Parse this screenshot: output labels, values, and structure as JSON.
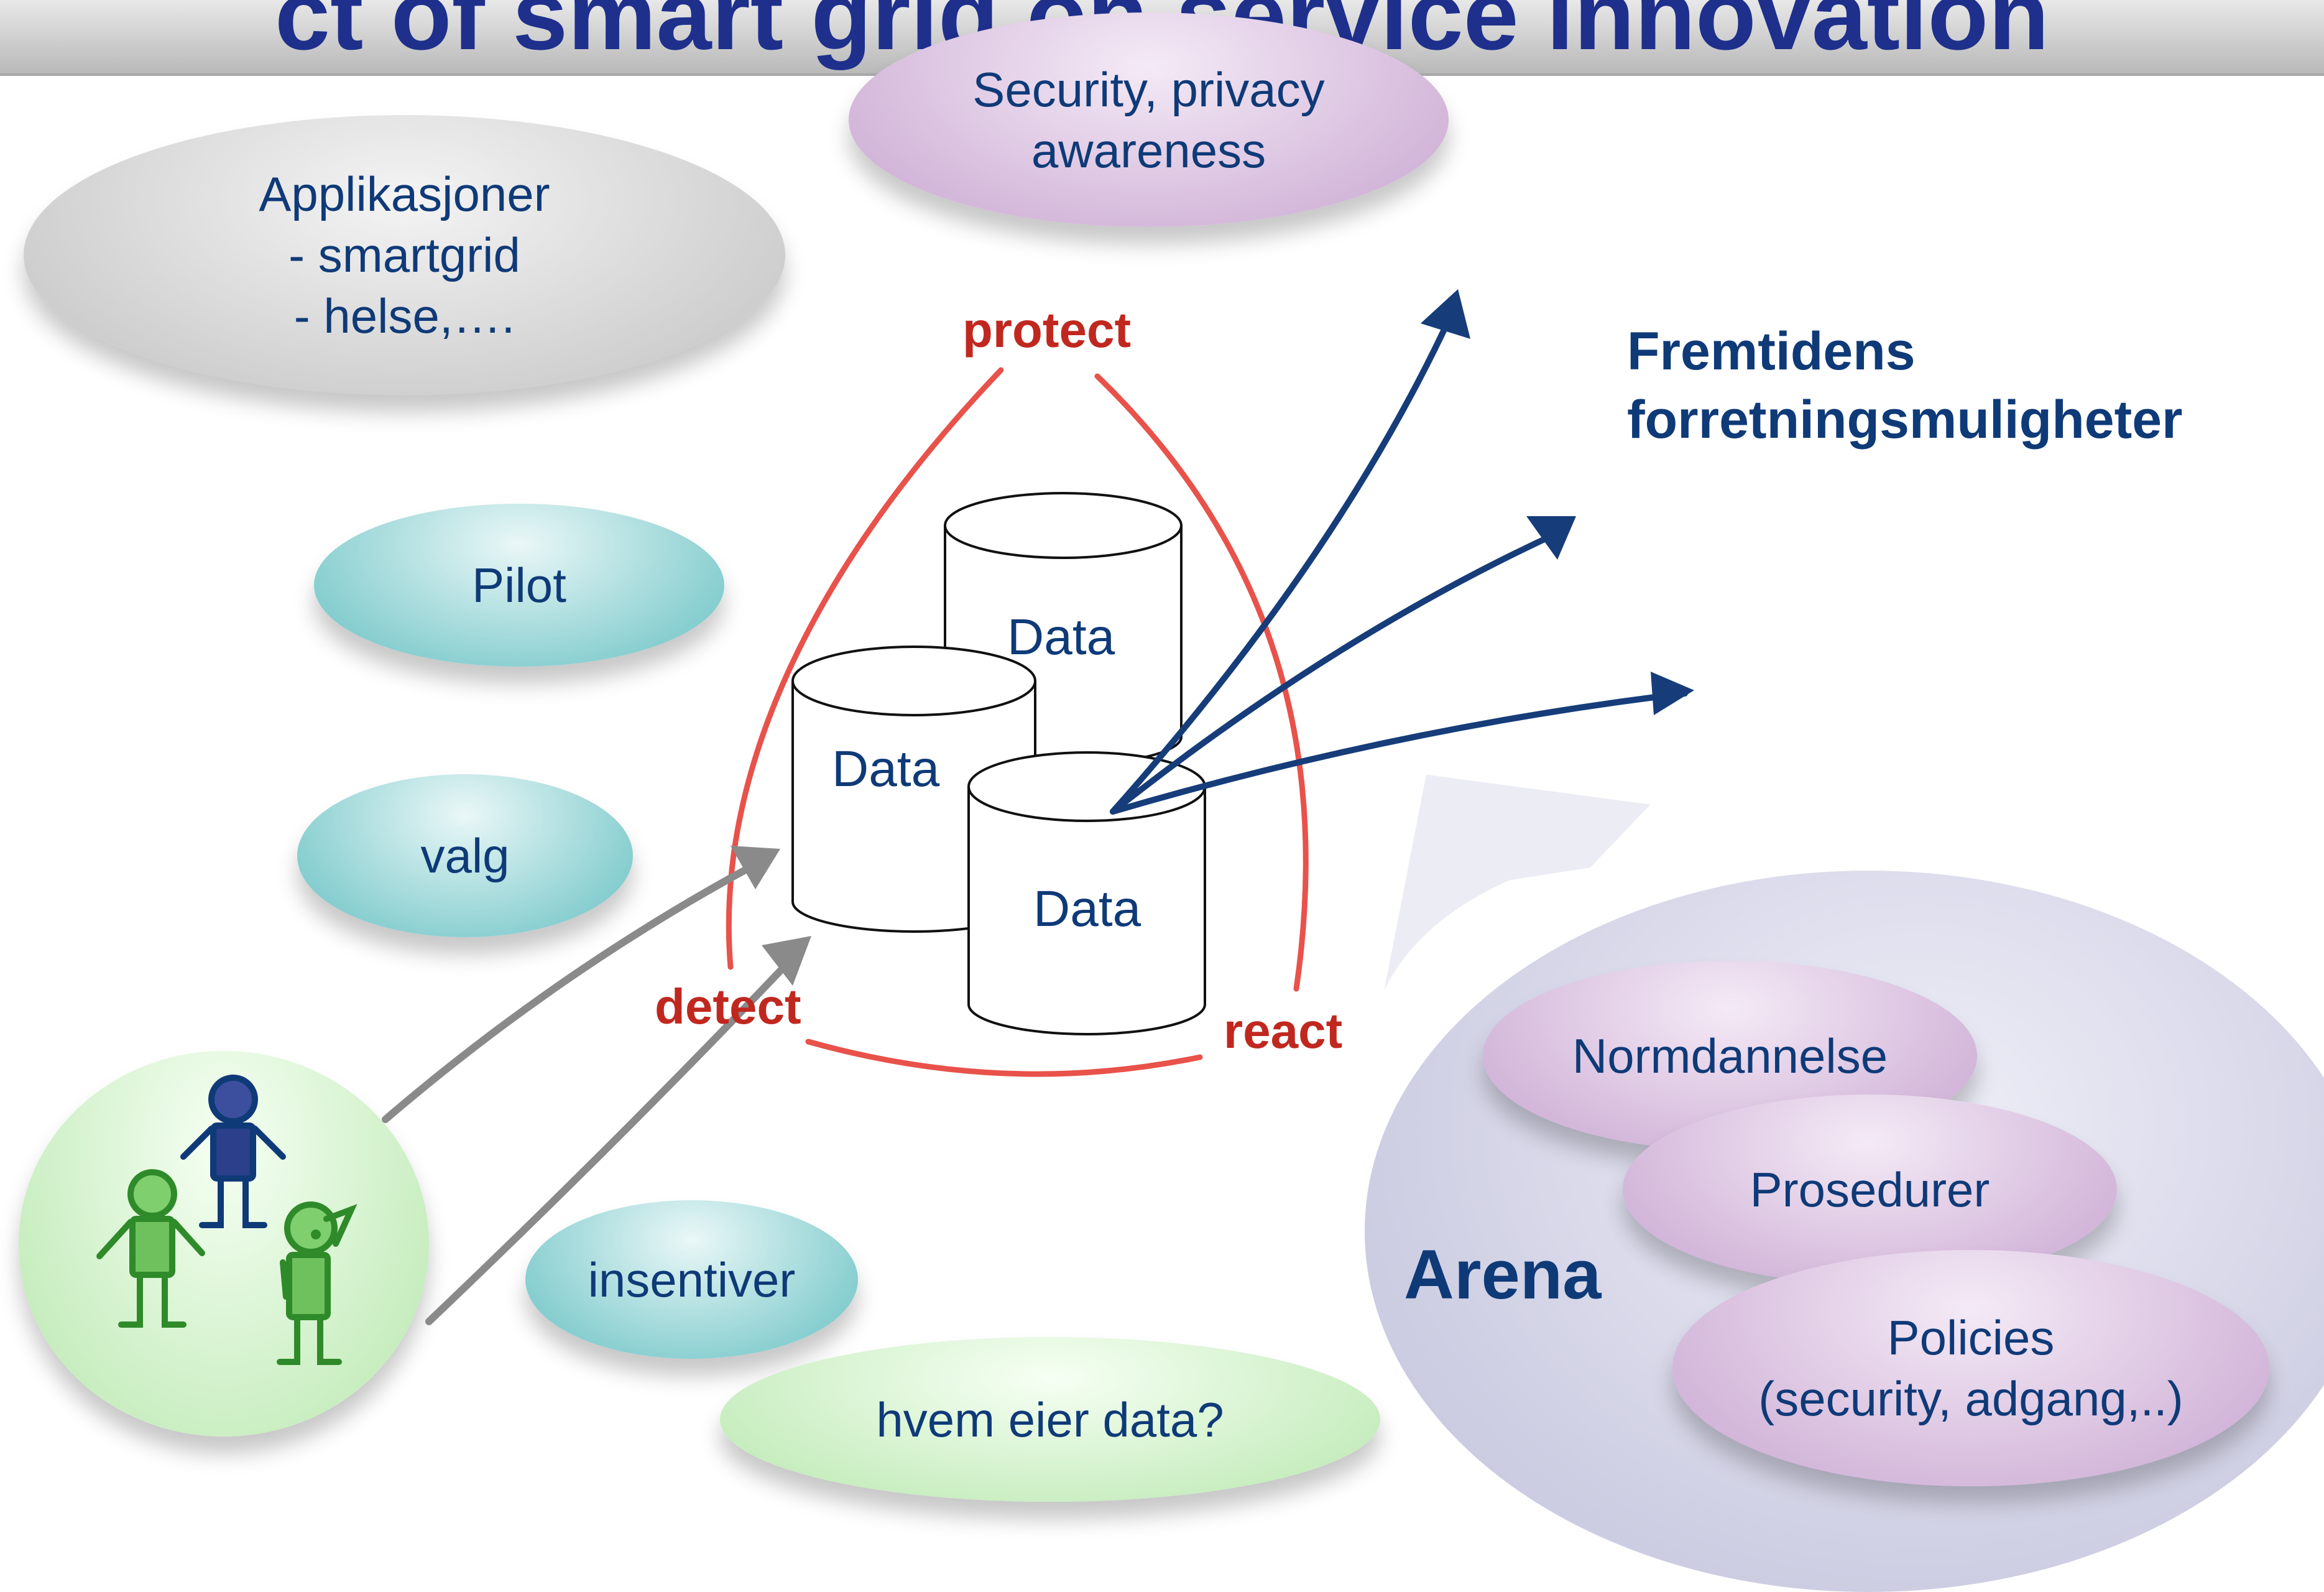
{
  "title": "ct of smart grid on service innovation",
  "bubbles": {
    "security": "Security, privacy\nawareness",
    "applikasjoner": "Applikasjoner\n- smartgrid\n- helse,….",
    "pilot": "Pilot",
    "valg": "valg",
    "insentiver": "insentiver",
    "hvem": "hvem eier data?",
    "normdannelse": "Normdannelse",
    "prosedurer": "Prosedurer",
    "policies": "Policies\n(security, adgang,..)"
  },
  "cycle": {
    "protect": "protect",
    "detect": "detect",
    "react": "react"
  },
  "data_labels": [
    "Data",
    "Data",
    "Data"
  ],
  "fremtidens": "Fremtidens\nforretningsmuligheter",
  "arena": "Arena",
  "colors": {
    "navy": "#0f3a78",
    "red_label": "#c0281f",
    "red_loop": "#e8524a",
    "grey_arrow": "#8a8a8a",
    "navy_arrow": "#163d7a"
  },
  "icons": [
    "person-navy-icon",
    "person-green-icon",
    "person-green-thinking-icon"
  ]
}
